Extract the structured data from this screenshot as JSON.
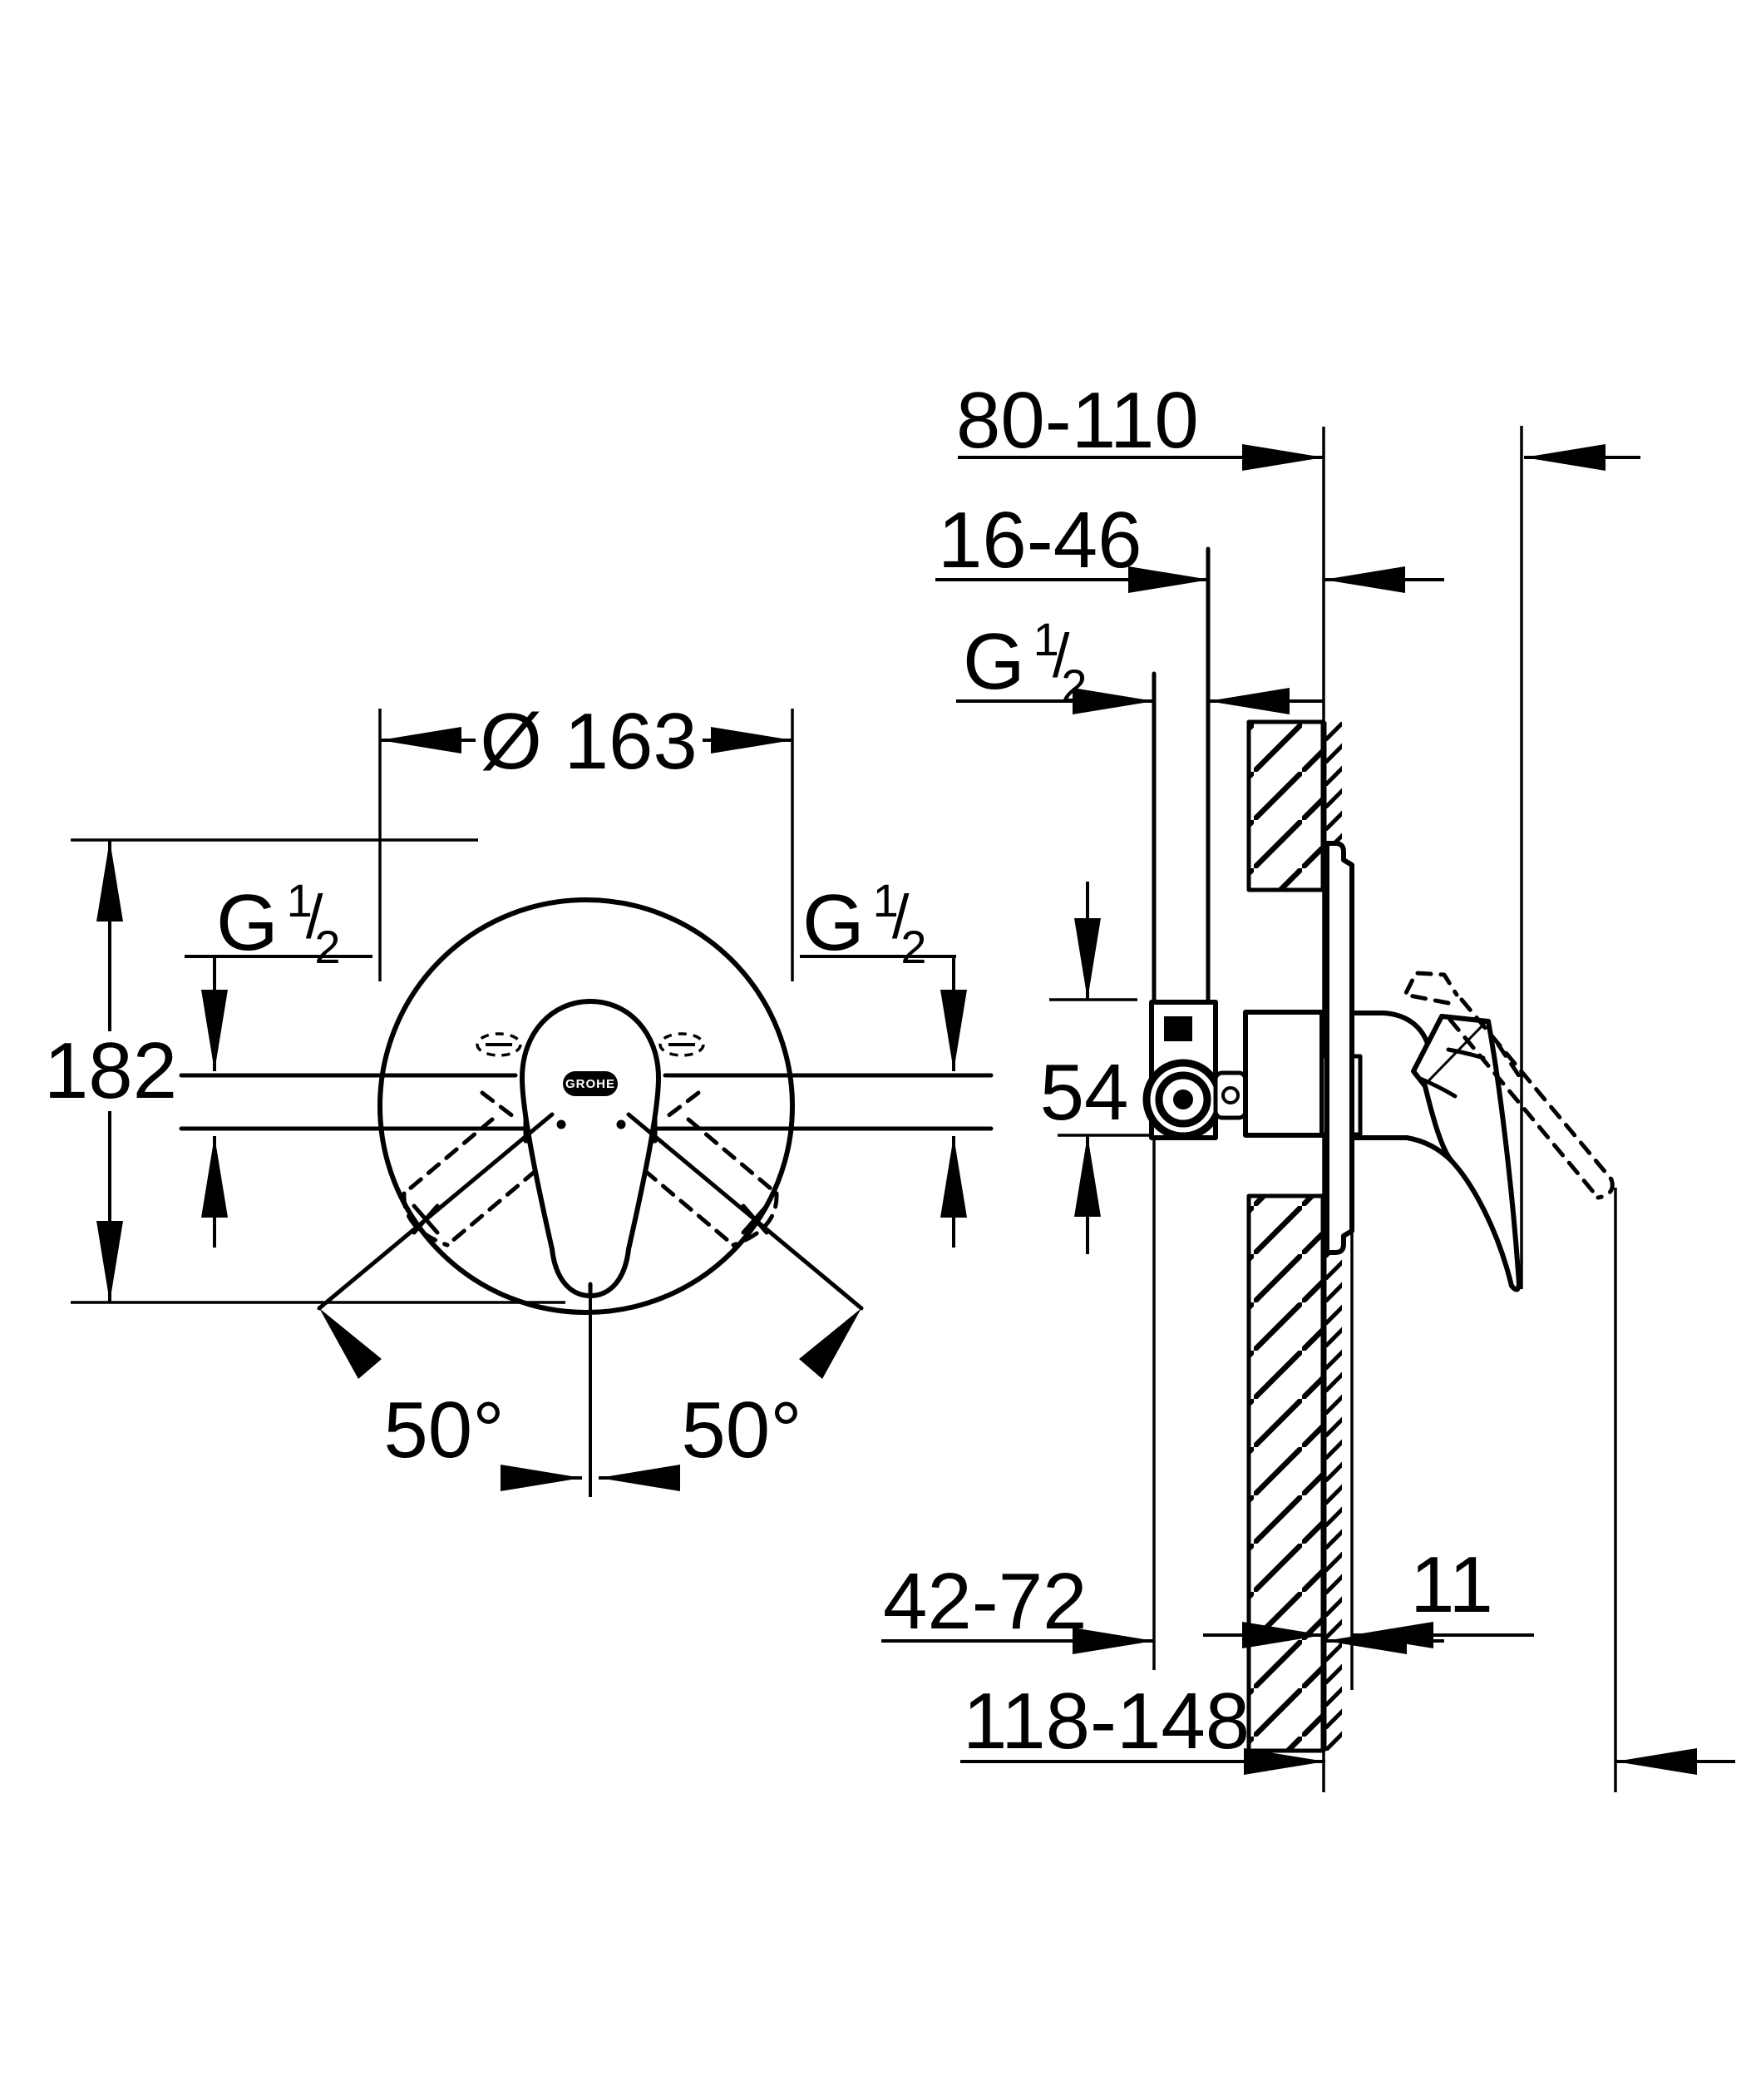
{
  "drawing": {
    "front_view": {
      "diameter": "Ø 163",
      "overall_height": "182",
      "swing_angle_left": "50°",
      "swing_angle_right": "50°"
    },
    "side_view": {
      "projection_range": "80-110",
      "wall_offset_range": "16-46",
      "body_height": "54",
      "plate_thickness": "11",
      "rough_in_range": "42-72",
      "total_depth_range": "118-148"
    },
    "thread_label": {
      "base": "G",
      "sup": "1",
      "slash": "/",
      "sub": "2"
    },
    "brand": {
      "logo_text": "GROHE"
    },
    "colors": {
      "line": "#000000",
      "background": "#ffffff"
    }
  }
}
